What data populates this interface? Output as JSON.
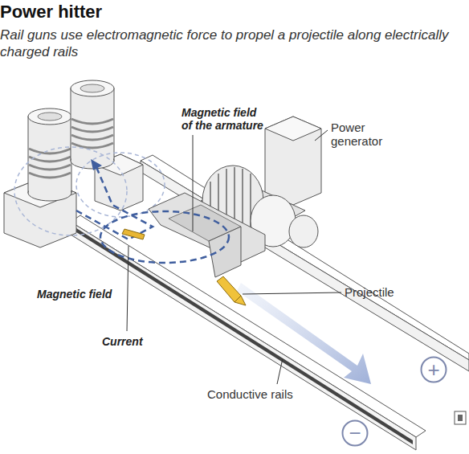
{
  "diagram": {
    "title": "Power hitter",
    "caption": "Rail guns use electromagnetic force to propel a projectile along electrically charged rails",
    "nodes": [
      {
        "text": [
          "+"
        ]
      },
      {
        "text": [
          "−"
        ]
      }
    ],
    "edges": [],
    "labels": [
      "Magnetic field of the armature",
      "Power generator",
      "Magnetic field",
      "Projectile",
      "Current",
      "Conductive rails"
    ]
  }
}
